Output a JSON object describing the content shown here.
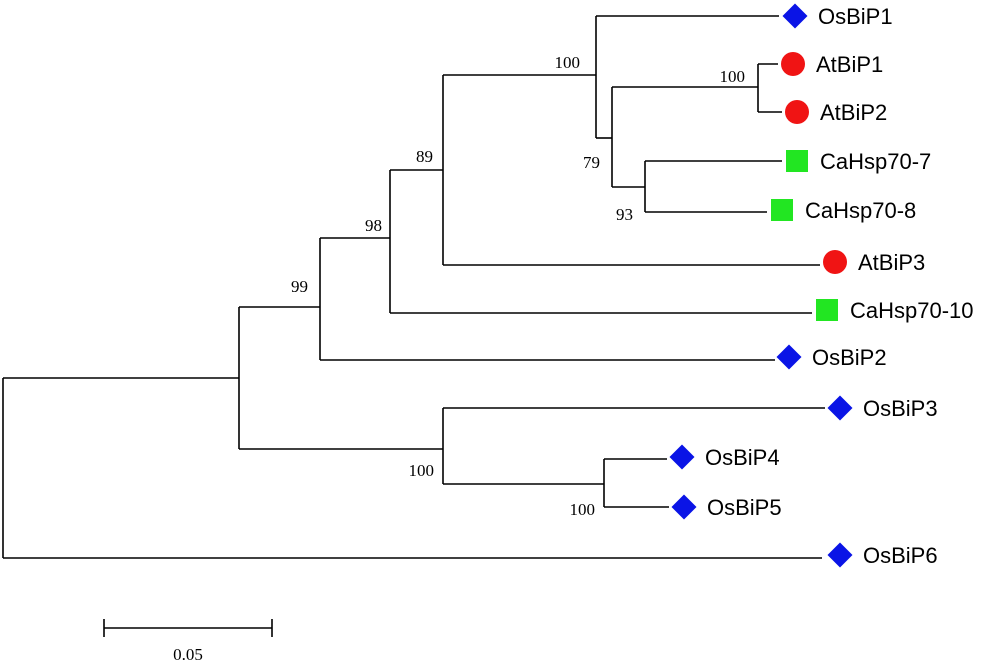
{
  "tree": {
    "colors": {
      "osbip": "#0a14e6",
      "atbip": "#f01414",
      "cahsp": "#22e622",
      "branch": "#000000"
    },
    "leaves": [
      {
        "id": "osbip1",
        "label": "OsBiP1",
        "marker": "diamond",
        "color_key": "osbip"
      },
      {
        "id": "atbip1",
        "label": "AtBiP1",
        "marker": "circle",
        "color_key": "atbip"
      },
      {
        "id": "atbip2",
        "label": "AtBiP2",
        "marker": "circle",
        "color_key": "atbip"
      },
      {
        "id": "cahsp70-7",
        "label": "CaHsp70-7",
        "marker": "square",
        "color_key": "cahsp"
      },
      {
        "id": "cahsp70-8",
        "label": "CaHsp70-8",
        "marker": "square",
        "color_key": "cahsp"
      },
      {
        "id": "atbip3",
        "label": "AtBiP3",
        "marker": "circle",
        "color_key": "atbip"
      },
      {
        "id": "cahsp70-10",
        "label": "CaHsp70-10",
        "marker": "square",
        "color_key": "cahsp"
      },
      {
        "id": "osbip2",
        "label": "OsBiP2",
        "marker": "diamond",
        "color_key": "osbip"
      },
      {
        "id": "osbip3",
        "label": "OsBiP3",
        "marker": "diamond",
        "color_key": "osbip"
      },
      {
        "id": "osbip4",
        "label": "OsBiP4",
        "marker": "diamond",
        "color_key": "osbip"
      },
      {
        "id": "osbip5",
        "label": "OsBiP5",
        "marker": "diamond",
        "color_key": "osbip"
      },
      {
        "id": "osbip6",
        "label": "OsBiP6",
        "marker": "diamond",
        "color_key": "osbip"
      }
    ],
    "support_values": [
      {
        "id": "n-at12",
        "value": "100"
      },
      {
        "id": "n-ca78",
        "value": "93"
      },
      {
        "id": "n-79",
        "value": "79"
      },
      {
        "id": "n-os1",
        "value": "100"
      },
      {
        "id": "n-89",
        "value": "89"
      },
      {
        "id": "n-98",
        "value": "98"
      },
      {
        "id": "n-99",
        "value": "99"
      },
      {
        "id": "n-os45",
        "value": "100"
      },
      {
        "id": "n-os345",
        "value": "100"
      }
    ],
    "scale_bar": {
      "label": "0.05"
    }
  }
}
